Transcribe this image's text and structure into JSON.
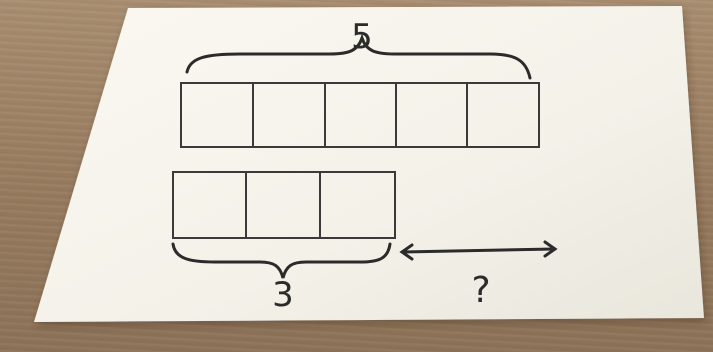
{
  "diagram": {
    "total_label": "5",
    "part_label": "3",
    "unknown_label": "?",
    "total_boxes": 5,
    "part_boxes": 3
  }
}
